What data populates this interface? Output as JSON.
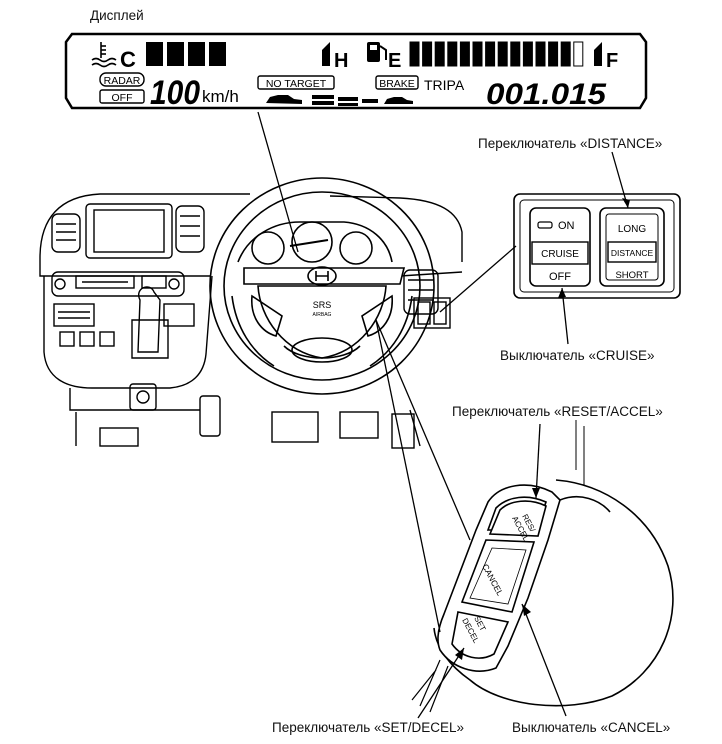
{
  "labels": {
    "display": "Дисплей",
    "distance_switch": "Переключатель «DISTANCE»",
    "cruise_switch": "Выключатель «CRUISE»",
    "reset_accel_switch": "Переключатель «RESET/ACCEL»",
    "set_decel_switch": "Переключатель «SET/DECEL»",
    "cancel_switch": "Выключатель «CANCEL»"
  },
  "lcd": {
    "cold_mark": "C",
    "hot_mark": "H",
    "empty_mark": "E",
    "full_mark": "F",
    "radar_badge": "RADAR",
    "off_badge": "OFF",
    "speed_value": "100",
    "speed_unit": "km/h",
    "no_target_badge": "NO TARGET",
    "brake_badge": "BRAKE",
    "trip_label": "TRIPA",
    "odometer": "001.015",
    "temp_segments_lit": 4,
    "fuel_segments_lit": 13,
    "fuel_segments_total": 14
  },
  "panel": {
    "on_label": "ON",
    "cruise_label": "CRUISE",
    "off_label": "OFF",
    "long_label": "LONG",
    "distance_label": "DISTANCE",
    "short_label": "SHORT"
  },
  "stalk": {
    "res_label": "RES/",
    "accel_label": "ACCEL",
    "cancel_label": "CANCEL",
    "set_label": "SET",
    "decel_label": "DECEL"
  },
  "wheel": {
    "srs_label": "SRS",
    "airbag_label": "AIRBAG"
  }
}
